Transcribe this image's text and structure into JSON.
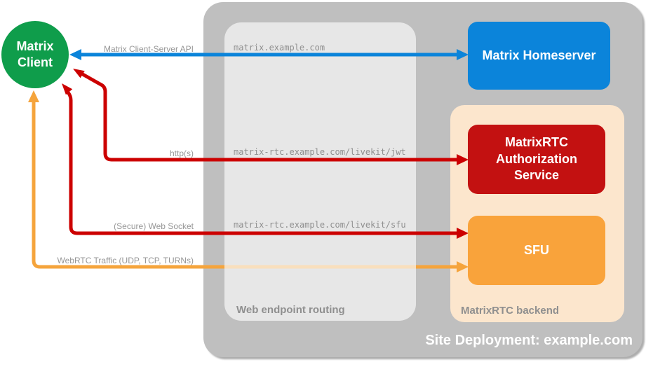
{
  "deployment": {
    "label": "Site Deployment: example.com"
  },
  "client": {
    "label": "Matrix Client"
  },
  "homeserver": {
    "label": "Matrix Homeserver"
  },
  "auth_service": {
    "label": "MatrixRTC Authorization Service"
  },
  "sfu": {
    "label": "SFU"
  },
  "routing": {
    "label": "Web endpoint routing",
    "endpoints": [
      "matrix.example.com",
      "matrix-rtc.example.com/livekit/jwt",
      "matrix-rtc.example.com/livekit/sfu"
    ]
  },
  "backend": {
    "label": "MatrixRTC backend"
  },
  "connections": [
    {
      "label": "Matrix Client-Server API",
      "from": "Matrix Client",
      "to": "Matrix Homeserver",
      "via": "matrix.example.com",
      "bidirectional": true,
      "color": "#0b84da"
    },
    {
      "label": "http(s)",
      "from": "Matrix Client",
      "to": "MatrixRTC Authorization Service",
      "via": "matrix-rtc.example.com/livekit/jwt",
      "bidirectional": true,
      "color": "#cc0000"
    },
    {
      "label": "(Secure) Web Socket",
      "from": "Matrix Client",
      "to": "SFU",
      "via": "matrix-rtc.example.com/livekit/sfu",
      "bidirectional": true,
      "color": "#cc0000"
    },
    {
      "label": "WebRTC Traffic (UDP, TCP, TURNs)",
      "from": "Matrix Client",
      "to": "SFU",
      "bidirectional": true,
      "color": "#f5a43c"
    }
  ],
  "colors": {
    "green": "#0f9d4b",
    "blue": "#0b84da",
    "box_red": "#c31111",
    "arrow_red": "#cc0000",
    "orange": "#f5a43c",
    "peach": "#fce6cd",
    "container_gray": "#bfbfbf",
    "routing_gray": "#e9e9e9",
    "label_gray": "#969696"
  }
}
